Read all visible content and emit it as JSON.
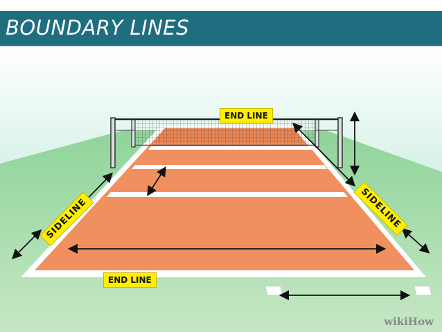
{
  "slide": {
    "title": "BOUNDARY LINES",
    "watermark": "wikiHow"
  },
  "labels": {
    "end_line_top": "END LINE",
    "end_line_bottom": "END LINE",
    "sideline_left": "SIDELINE",
    "sideline_right": "SIDELINE"
  },
  "colors": {
    "title_bar": "#1f6e80",
    "label_bg": "#ffee00",
    "court": "#f0905f",
    "grass": "#9ed9a3",
    "sky": "#cfeee4"
  },
  "icons": {
    "arrows": "double-headed-arrow"
  }
}
